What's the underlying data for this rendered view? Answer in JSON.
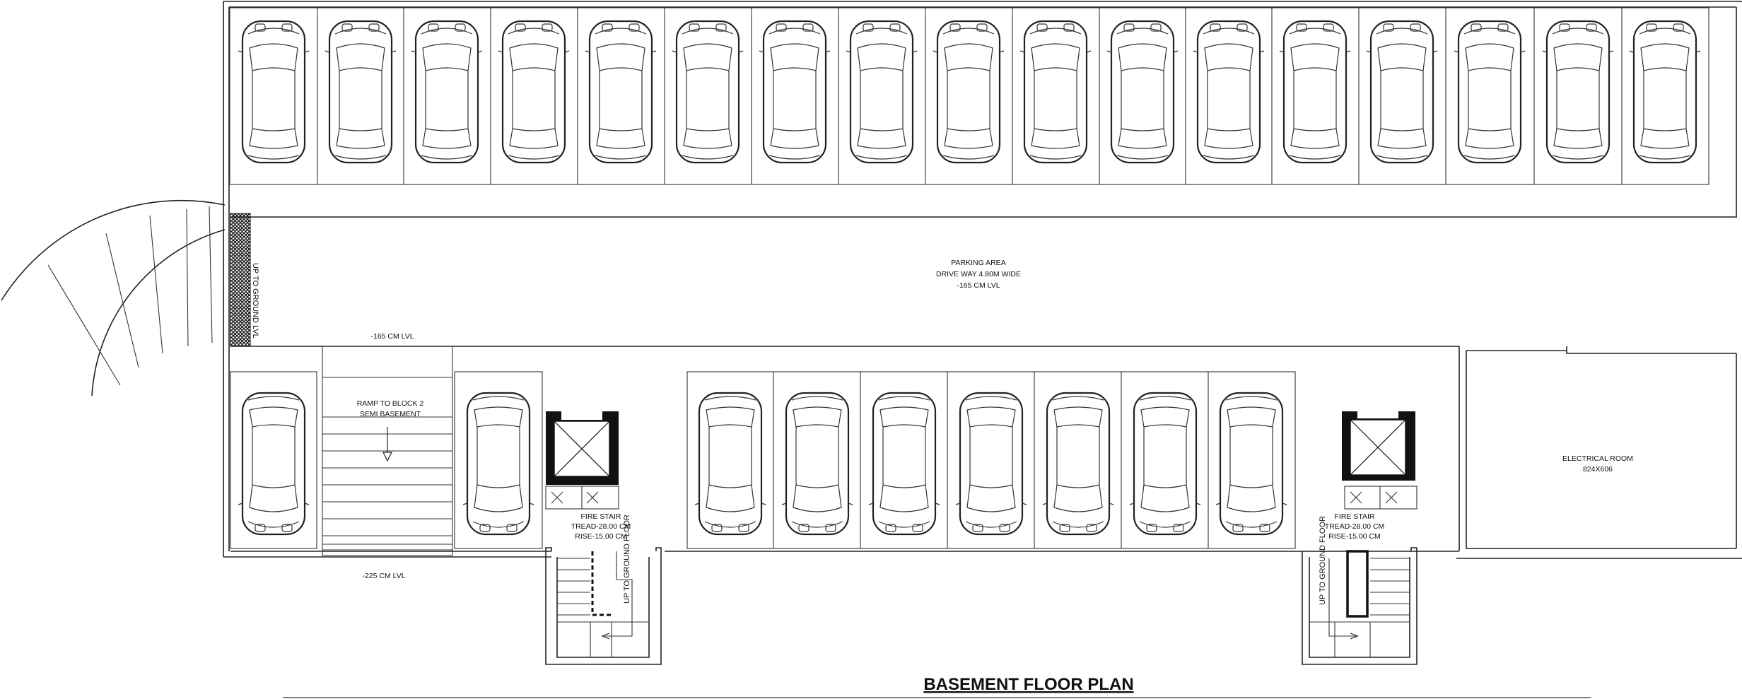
{
  "drawing": {
    "title": "BASEMENT FLOOR PLAN",
    "labels": {
      "parking_area": [
        "PARKING AREA",
        "DRIVE WAY  4.80M WIDE",
        "-165 CM LVL"
      ],
      "level_top": "-165 CM LVL",
      "level_bottom": "-225 CM LVL",
      "ramp": [
        "RAMP TO BLOCK 2",
        "SEMI BASEMENT"
      ],
      "ramp_up": "UP TO GROUND LVL",
      "electrical_room": [
        "ELECTRICAL ROOM",
        "824X606"
      ],
      "fire_stair_left": [
        "FIRE STAIR",
        "TREAD-28.00 CM",
        "RISE-15.00 CM"
      ],
      "fire_stair_right": [
        "FIRE STAIR",
        "TREAD-28.00 CM",
        "RISE-15.00 CM"
      ],
      "stair_up_left": "UP TO GROUND FLOOR",
      "stair_up_right": "UP TO GROUND FLOOR"
    },
    "parking": {
      "top_row_slots": 17,
      "bottom_middle_slots": 7,
      "bottom_left_slots": 1,
      "bottom_after_ramp_slots": 1
    },
    "lifts": 2,
    "colors": {
      "line": "#222222",
      "background": "#ffffff"
    }
  }
}
